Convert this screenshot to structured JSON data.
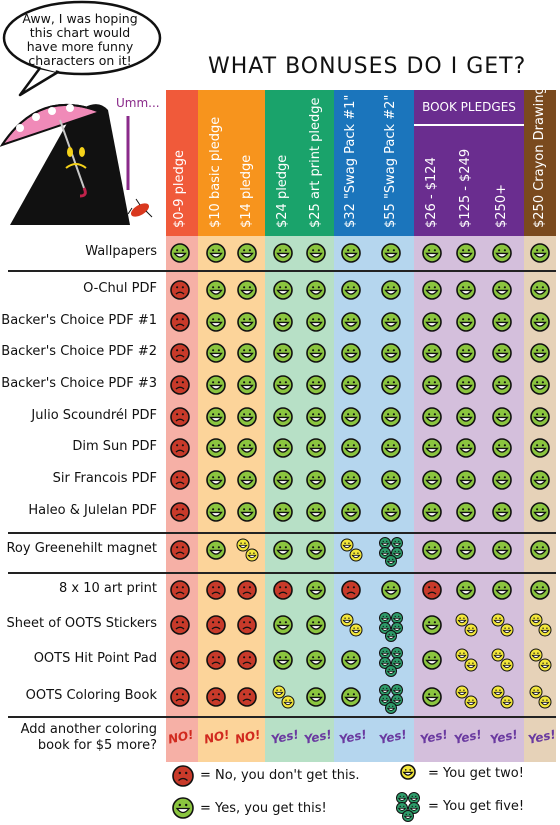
{
  "title": "WHAT BONUSES DO I GET?",
  "speech_bubble": "Aww, I was hoping this chart would have more funny characters on it!",
  "umm": "Umm...",
  "book_pledges_group": "BOOK PLEDGES",
  "colors": {
    "no_face": "#c83a2a",
    "yes_face": "#8bc53f",
    "two_face": "#f2e63a",
    "five_face": "#2e9c6a",
    "band_red": "#f05a3a",
    "band_orange": "#f7941d",
    "band_green": "#1aa36b",
    "band_blue": "#1b75bc",
    "band_purple": "#6a2d8f",
    "band_brown": "#7a4a1e"
  },
  "chart_data": {
    "type": "table",
    "columns": [
      "$0-9 pledge",
      "$10 basic pledge",
      "$14 pledge",
      "$24 pledge",
      "$25 art print pledge",
      "$32 \"Swag Pack #1\"",
      "$55 \"Swag Pack #2\"",
      "$26 - $124",
      "$125 - $249",
      "$250+",
      "$250 Crayon Drawing"
    ],
    "rows": [
      {
        "label": "Wallpapers",
        "values": [
          "yes",
          "yes",
          "yes",
          "yes",
          "yes",
          "yes",
          "yes",
          "yes",
          "yes",
          "yes",
          "yes"
        ]
      },
      {
        "label": "O-Chul PDF",
        "values": [
          "no",
          "yes",
          "yes",
          "yes",
          "yes",
          "yes",
          "yes",
          "yes",
          "yes",
          "yes",
          "yes"
        ]
      },
      {
        "label": "Backer's Choice PDF #1",
        "values": [
          "no",
          "yes",
          "yes",
          "yes",
          "yes",
          "yes",
          "yes",
          "yes",
          "yes",
          "yes",
          "yes"
        ]
      },
      {
        "label": "Backer's Choice PDF #2",
        "values": [
          "no",
          "yes",
          "yes",
          "yes",
          "yes",
          "yes",
          "yes",
          "yes",
          "yes",
          "yes",
          "yes"
        ]
      },
      {
        "label": "Backer's Choice PDF #3",
        "values": [
          "no",
          "yes",
          "yes",
          "yes",
          "yes",
          "yes",
          "yes",
          "yes",
          "yes",
          "yes",
          "yes"
        ]
      },
      {
        "label": "Julio Scoundrél PDF",
        "values": [
          "no",
          "yes",
          "yes",
          "yes",
          "yes",
          "yes",
          "yes",
          "yes",
          "yes",
          "yes",
          "yes"
        ]
      },
      {
        "label": "Dim Sun PDF",
        "values": [
          "no",
          "yes",
          "yes",
          "yes",
          "yes",
          "yes",
          "yes",
          "yes",
          "yes",
          "yes",
          "yes"
        ]
      },
      {
        "label": "Sir Francois  PDF",
        "values": [
          "no",
          "yes",
          "yes",
          "yes",
          "yes",
          "yes",
          "yes",
          "yes",
          "yes",
          "yes",
          "yes"
        ]
      },
      {
        "label": "Haleo & Julelan PDF",
        "values": [
          "no",
          "yes",
          "yes",
          "yes",
          "yes",
          "yes",
          "yes",
          "yes",
          "yes",
          "yes",
          "yes"
        ]
      },
      {
        "label": "Roy Greenehilt magnet",
        "values": [
          "no",
          "yes",
          "two",
          "yes",
          "yes",
          "two",
          "five",
          "yes",
          "yes",
          "yes",
          "yes"
        ]
      },
      {
        "label": "8 x 10 art print",
        "values": [
          "no",
          "no",
          "no",
          "no",
          "yes",
          "no",
          "yes",
          "no",
          "yes",
          "yes",
          "yes"
        ]
      },
      {
        "label": "Sheet of OOTS Stickers",
        "values": [
          "no",
          "no",
          "no",
          "yes",
          "yes",
          "two",
          "five",
          "yes",
          "two",
          "two",
          "two"
        ]
      },
      {
        "label": "OOTS Hit Point Pad",
        "values": [
          "no",
          "no",
          "no",
          "yes",
          "yes",
          "yes",
          "five",
          "yes",
          "two",
          "two",
          "two"
        ]
      },
      {
        "label": "OOTS Coloring Book",
        "values": [
          "no",
          "no",
          "no",
          "two",
          "yes",
          "yes",
          "five",
          "yes",
          "two",
          "two",
          "two"
        ]
      }
    ],
    "footer": {
      "label": "Add another coloring book for $5 more?",
      "values": [
        "NO!",
        "NO!",
        "NO!",
        "Yes!",
        "Yes!",
        "Yes!",
        "Yes!",
        "Yes!",
        "Yes!",
        "Yes!",
        "Yes!"
      ]
    },
    "legend": [
      {
        "symbol": "no",
        "text": "= No, you don't get this."
      },
      {
        "symbol": "yes",
        "text": "= Yes, you get this!"
      },
      {
        "symbol": "two",
        "text": "= You get two!"
      },
      {
        "symbol": "five",
        "text": "= You get five!"
      }
    ]
  }
}
